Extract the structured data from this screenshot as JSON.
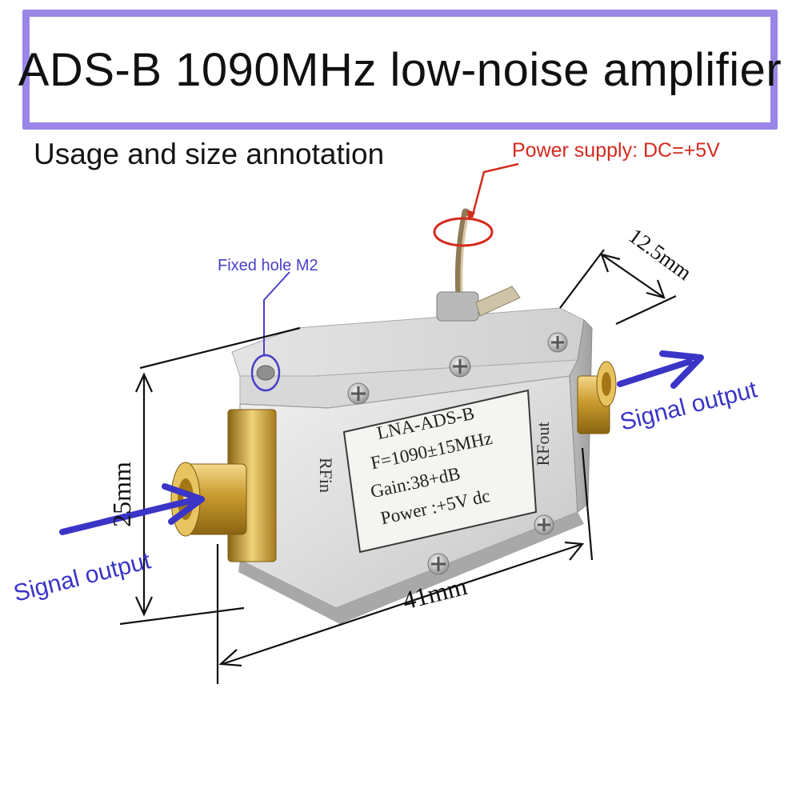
{
  "header": {
    "title": "ADS-B 1090MHz low-noise amplifier"
  },
  "subtitle": "Usage and size annotation",
  "annotations": {
    "power_supply": "Power supply: DC=+5V",
    "fixed_hole": "Fixed hole M2",
    "signal_output_right": "Signal output",
    "signal_output_left": "Signal output",
    "dim_width": "41mm",
    "dim_height": "25mm",
    "dim_depth": "12.5mm"
  },
  "device_label": {
    "line1": "LNA-ADS-B",
    "line2": "F=1090±15MHz",
    "line3": "Gain:38+dB",
    "line4": "Power :+5V dc",
    "port_in": "RFin",
    "port_out": "RFout"
  },
  "colors": {
    "frame": "#9b86e8",
    "power_annotation": "#d42a1e",
    "fixed_hole_annotation": "#4a3fc8",
    "signal_arrow": "#3a35c6",
    "dimension_lines": "#111111"
  }
}
